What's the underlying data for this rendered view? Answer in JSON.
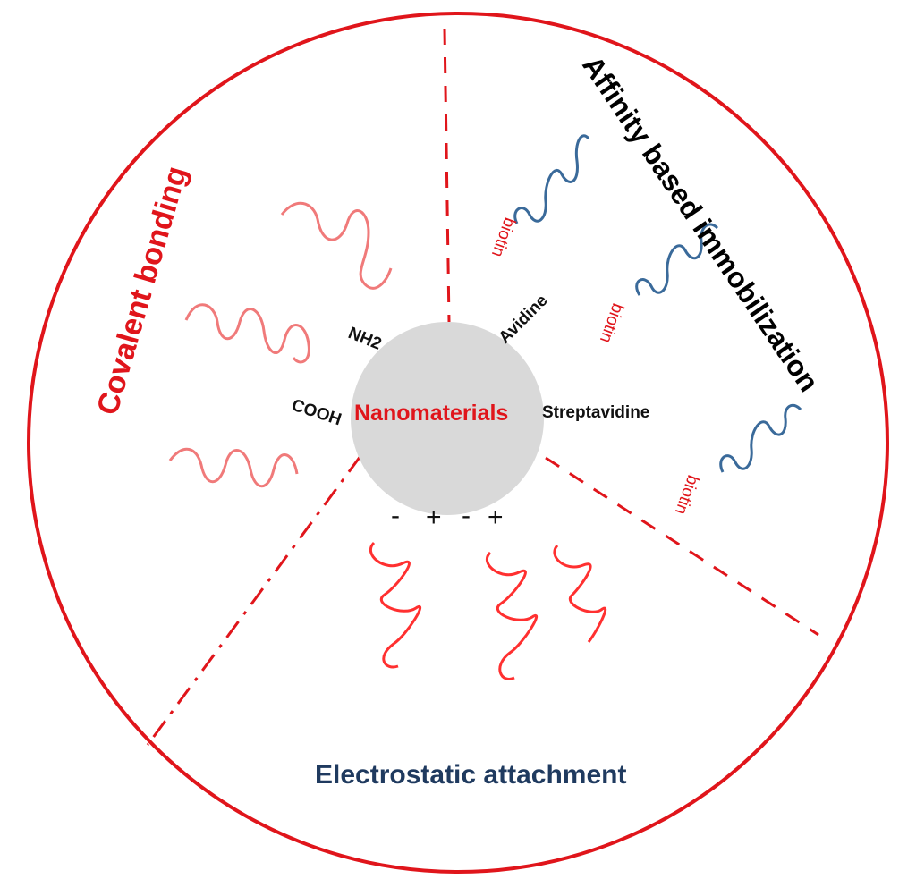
{
  "diagram": {
    "center_label": "Nanomaterials",
    "sections": {
      "covalent": "Covalent bonding",
      "affinity": "Affinity based immobilization",
      "electrostatic": "Electrostatic attachment"
    },
    "functional_groups": {
      "nh2": "NH2",
      "cooh": "COOH",
      "avidine": "Avidine",
      "streptavidine": "Streptavidine"
    },
    "charges": [
      "-",
      "+",
      "-",
      "+"
    ],
    "biotin_labels": [
      "biotin",
      "biotin",
      "biotin"
    ],
    "colors": {
      "outline": "#e0151b",
      "core_fill": "#d9d9d9",
      "biotin_strand": "#3a6a9a",
      "electrostatic_title": "#1f3a5f"
    }
  }
}
